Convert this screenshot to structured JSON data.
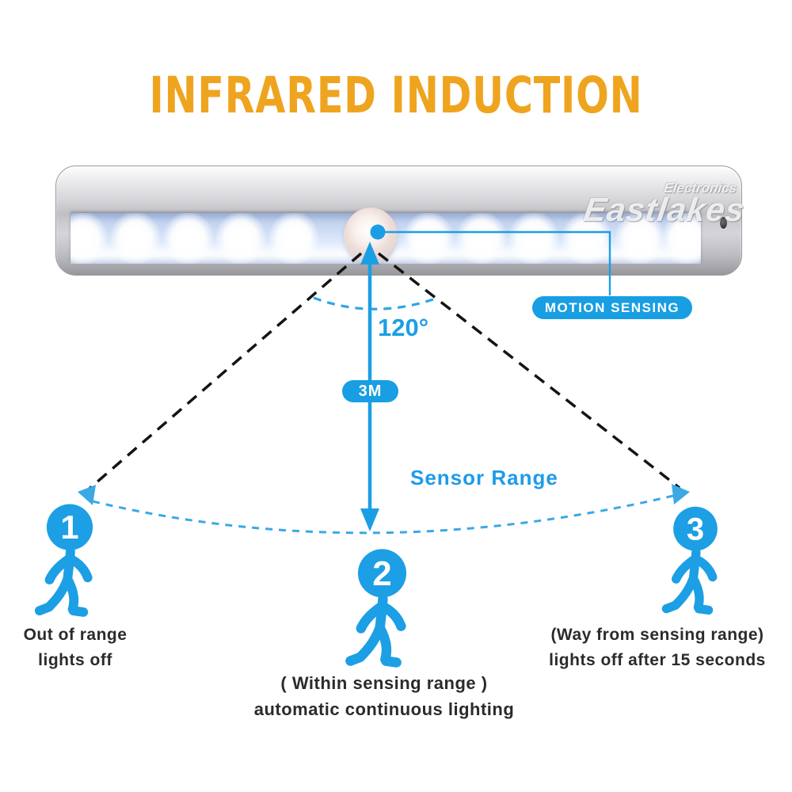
{
  "title": "INFRARED INDUCTION",
  "brand": {
    "name": "Eastlakes",
    "sub": "Electronics"
  },
  "bar": {
    "led_count": 11,
    "sensor": "PIR motion sensor dome"
  },
  "labels": {
    "motion_sensing": "MOTION SENSING",
    "angle": "120°",
    "distance": "3M",
    "sensor_range": "Sensor Range"
  },
  "figures": [
    {
      "number": "1",
      "caption": [
        "Out of range",
        "lights off"
      ]
    },
    {
      "number": "2",
      "caption": [
        "( Within sensing range )",
        "automatic continuous lighting"
      ]
    },
    {
      "number": "3",
      "caption": [
        "(Way from sensing range)",
        "lights off after 15 seconds"
      ]
    }
  ],
  "colors": {
    "accent_orange": "#EFA41F",
    "accent_blue": "#1B9FE4",
    "dash_black": "#141414",
    "text_dark": "#2B2B2B"
  }
}
